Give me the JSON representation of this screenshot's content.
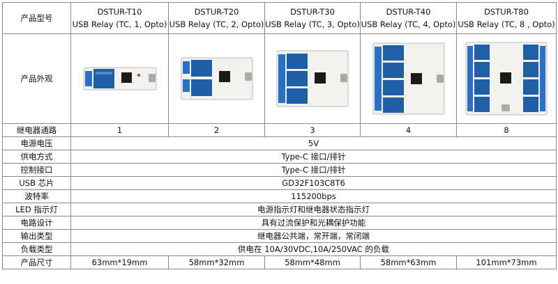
{
  "header_label": "产品型号",
  "appearance_label": "产品外观",
  "products": [
    {
      "name": "DSTUR-T10",
      "sub": "USB Relay (TC, 1, Opto)",
      "relays": "1",
      "size": "63mm*19mm"
    },
    {
      "name": "DSTUR-T20",
      "sub": "USB Relay (TC, 2, Opto)",
      "relays": "2",
      "size": "58mm*32mm"
    },
    {
      "name": "DSTUR-T30",
      "sub": "USB Relay (TC, 3, Opto)",
      "relays": "3",
      "size": "58mm*48mm"
    },
    {
      "name": "DSTUR-T40",
      "sub": "USB Relay (TC, 4, Opto)",
      "relays": "4",
      "size": "58mm*63mm"
    },
    {
      "name": "DSTUR-T80",
      "sub": "USB Relay (TC, 8 , Opto)",
      "relays": "8",
      "size": "101mm*73mm"
    }
  ],
  "rows": {
    "relay_channels": "继电器通路",
    "voltage": {
      "label": "电源电压",
      "value": "5V"
    },
    "power_supply": {
      "label": "供电方式",
      "value": "Type-C 接口/排针"
    },
    "control_interface": {
      "label": "控制接口",
      "value": "Type-C 接口/排针"
    },
    "usb_chip": {
      "label": "USB 芯片",
      "value": "GD32F103C8T6"
    },
    "baud_rate": {
      "label": "波特率",
      "value": "115200bps"
    },
    "led": {
      "label": "LED 指示灯",
      "value": "电源指示灯和继电器状态指示灯"
    },
    "circuit": {
      "label": "电路设计",
      "value": "具有过流保护和光耦保护功能"
    },
    "output": {
      "label": "输出类型",
      "value": "继电器公共端，常开端，常闭端"
    },
    "load": {
      "label": "负载类型",
      "value": "供电在 10A/30VDC,10A/250VAC 的负载"
    },
    "size_label": "产品尺寸"
  },
  "colors": {
    "relay_blue": "#1f5fa8",
    "pcb_white": "#f1f1ee",
    "terminal_blue": "#2a6fc9",
    "chip_black": "#1b1b1b"
  }
}
